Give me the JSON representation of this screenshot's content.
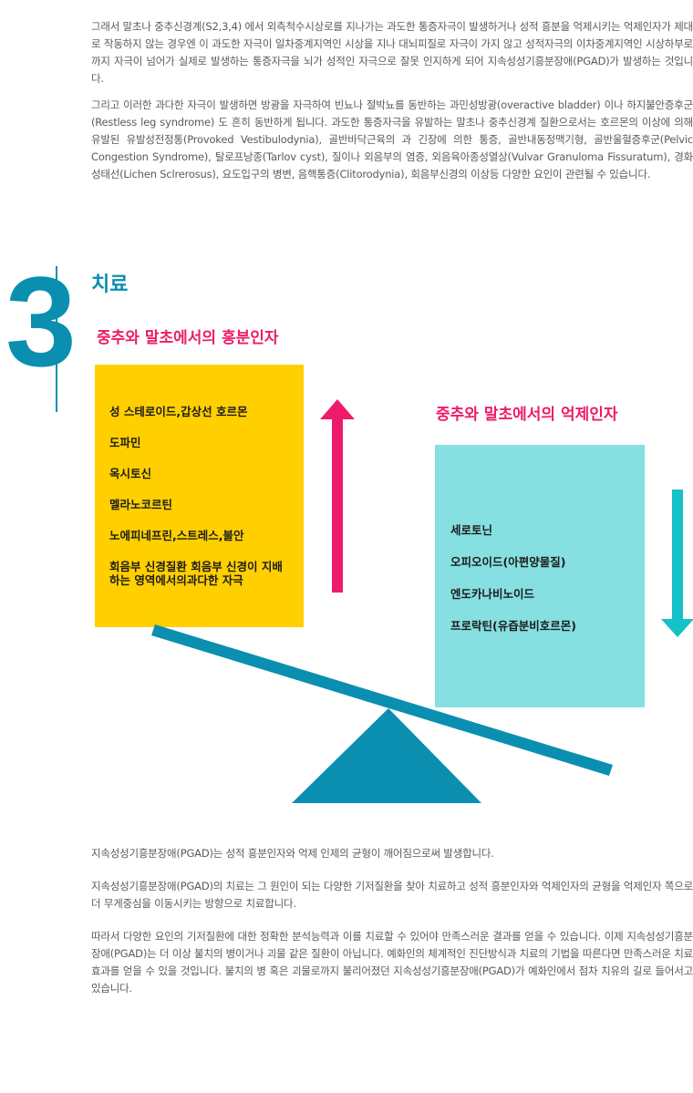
{
  "intro": {
    "p1": "그래서 말초나 중추신경계(S2,3,4) 에서 외측척수시상로를 지나가는 과도한 통증자극이 발생하거나 성적 흥분을 억제시키는 억제인자가 제대로 작동하지 않는 경우엔 이 과도한 자극이 일차중계지역인 시상을 지나 대뇌피질로 자극이 가지 않고 성적자극의 이차중계지역인 시상하부로 까지 자극이 넘어가 실제로 발생하는 통증자극을 뇌가 성적인 자극으로 잘못 인지하게 되어 지속성성기흥분장애(PGAD)가 발생하는 것입니다.",
    "p2": "그리고 이러한 과다한 자극이 발생하면 방광을 자극하여 빈뇨나 절박뇨를 동반하는 과민성방광(overactive bladder) 이나 하지불안증후군(Restless leg syndrome) 도 흔히 동반하게 됩니다. 과도한 통증자극을 유발하는 말초나 중추신경계 질환으로서는 호르몬의 이상에 의해 유발된 유발성전정통(Provoked Vestibulodynia), 골반바닥근육의 과 긴장에 의한 통증, 골반내동정맥기형, 골반울혈증후군(Pelvic Congestion Syndrome), 탈로프낭종(Tarlov cyst), 질이나 외음부의 염증, 외음육아종성열상(Vulvar Granuloma Fissuratum), 경화성태선(Lichen Sclrerosus), 요도입구의 병변, 음핵통증(Clitorodynia), 회음부신경의 이상등 다양한 요인이 관련될 수 있습니다."
  },
  "section": {
    "number": "3",
    "title": "치료"
  },
  "excitatory": {
    "title": "중추와 말초에서의 흥분인자",
    "items": [
      "성 스테로이드,갑상선 호르몬",
      "도파민",
      "옥시토신",
      "멜라노코르틴",
      "노에피네프린,스트레스,불안",
      "회음부 신경질환 회음부 신경이 지배하는 영역에서의과다한 자극"
    ]
  },
  "inhibitory": {
    "title": "중추와 말초에서의 억제인자",
    "items": [
      "세로토닌",
      "오피오이드(아편양물질)",
      "엔도카나비노이드",
      "프로락틴(유즙분비호르몬)"
    ]
  },
  "colors": {
    "accent_blue": "#0a8fb0",
    "accent_pink": "#ee1b6a",
    "box_yellow": "#ffcf00",
    "box_cyan": "#86dfe0",
    "arrow_cyan": "#14c2c8"
  },
  "outro": {
    "p1": "지속성성기흥분장애(PGAD)는 성적 흥분인자와 억제 인제의 균형이 깨어짐으로써 발생합니다.",
    "p2": "지속성성기흥분장애(PGAD)의 치료는 그 원인이 되는 다양한 기저질환을 찾아 치료하고 성적 흥분인자와 억제인자의 균형을 억제인자 쪽으로 더 무게중심을 이동시키는 방향으로 치료합니다.",
    "p3": "따라서 다양한 요인의 기저질환에 대한 정확한 분석능력과 이를 치료할 수 있어야 만족스러운 결과를 얻을 수 있습니다. 이제 지속성성기흥분장애(PGAD)는 더 이상 불치의 병이거나 괴물 같은 질환이 아닙니다. 예화인의 체계적인 진단방식과 치료의 기법을 따른다면 만족스러운 치료효과를 얻을 수 있을 것입니다. 불치의 병 혹은 괴물로까지 불리어졌던 지속성성기흥분장애(PGAD)가 예화인에서 점차 치유의 길로 들어서고 있습니다."
  }
}
